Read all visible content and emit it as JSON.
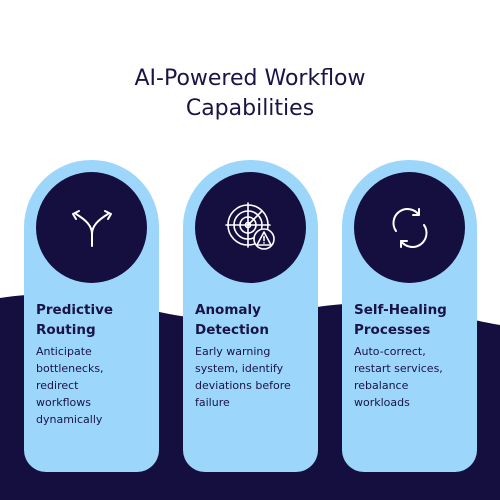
{
  "title": {
    "line1": "AI-Powered Workflow",
    "line2": "Capabilities"
  },
  "colors": {
    "background": "#ffffff",
    "dark_navy": "#150f40",
    "card_blue": "#9dd6fb",
    "text": "#1a1446"
  },
  "cards": [
    {
      "icon": "split-arrows-icon",
      "title_line1": "Predictive",
      "title_line2": "Routing",
      "desc": [
        "Anticipate",
        "bottlenecks,",
        "redirect",
        "workflows",
        "dynamically"
      ]
    },
    {
      "icon": "radar-warning-icon",
      "title_line1": "Anomaly",
      "title_line2": "Detection",
      "desc": [
        "Early warning",
        "system, identify",
        "deviations before",
        "failure"
      ]
    },
    {
      "icon": "refresh-cycle-icon",
      "title_line1": "Self-Healing",
      "title_line2": "Processes",
      "desc": [
        "Auto-correct,",
        "restart services,",
        "rebalance",
        "workloads"
      ]
    }
  ]
}
